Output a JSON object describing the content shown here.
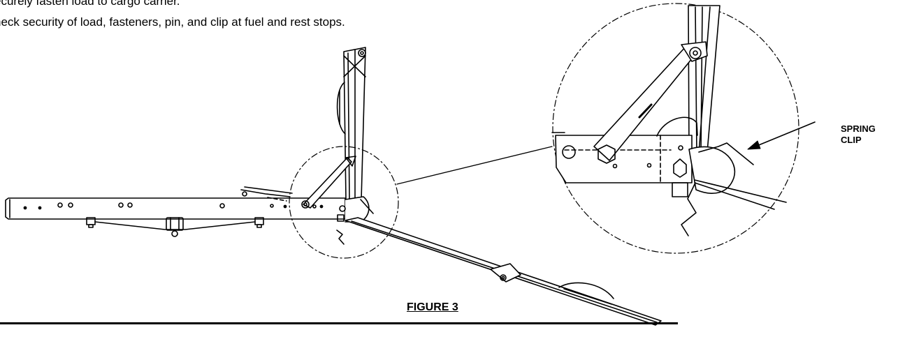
{
  "instructions": [
    "ecurely fasten load to cargo carrier.",
    "heck security of load, fasteners, pin, and clip at fuel and rest stops."
  ],
  "callout": {
    "line1": "SPRING",
    "line2": "CLIP"
  },
  "caption": "FIGURE 3"
}
